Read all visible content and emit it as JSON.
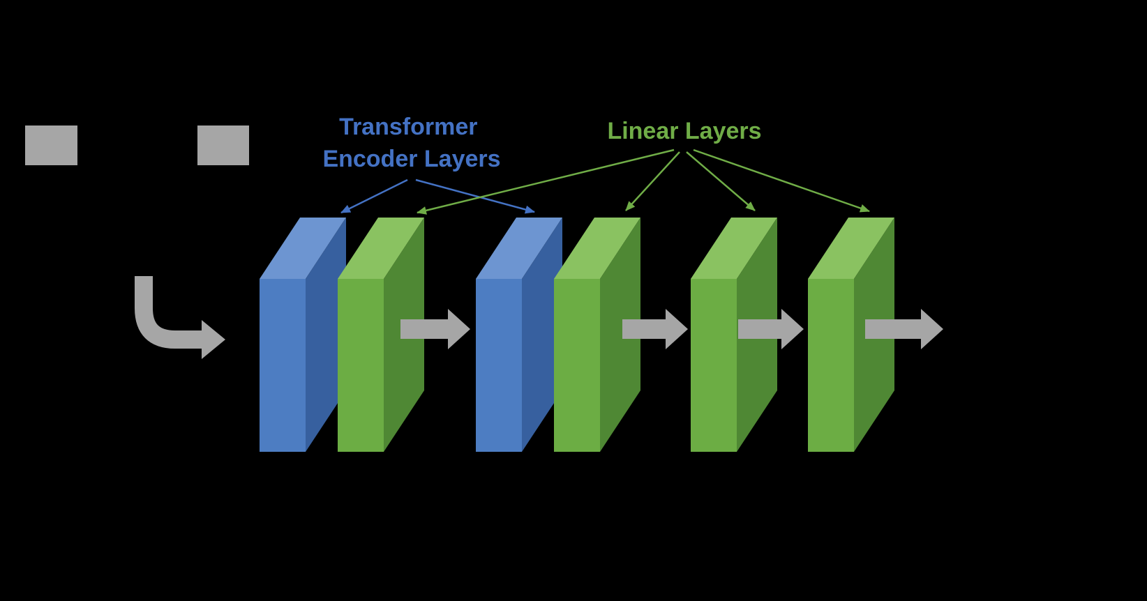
{
  "title": "Transformer encoder and linear layers pipeline diagram",
  "colors": {
    "background": "#000000",
    "blue_front": "#4d7dc2",
    "blue_top": "#6d95d1",
    "blue_side": "#37609f",
    "green_front": "#6cad44",
    "green_top": "#8ac261",
    "green_side": "#4f8834",
    "gray": "#a6a6a6",
    "label_blue": "#4472c4",
    "label_green": "#70ad47"
  },
  "labels": {
    "transformer_line1": "Transformer",
    "transformer_line2": "Encoder Layers",
    "linear": "Linear Layers"
  },
  "diagram": {
    "blocks": [
      {
        "index": 1,
        "type": "transformer-encoder-layer",
        "color": "blue"
      },
      {
        "index": 2,
        "type": "linear-layer",
        "color": "green"
      },
      {
        "index": 3,
        "type": "transformer-encoder-layer",
        "color": "blue"
      },
      {
        "index": 4,
        "type": "linear-layer",
        "color": "green"
      },
      {
        "index": 5,
        "type": "linear-layer",
        "color": "green"
      },
      {
        "index": 6,
        "type": "linear-layer",
        "color": "green"
      }
    ],
    "flow_arrow_count": 4,
    "callouts": {
      "transformer_targets": [
        1,
        3
      ],
      "linear_targets": [
        2,
        4,
        5,
        6
      ]
    }
  }
}
